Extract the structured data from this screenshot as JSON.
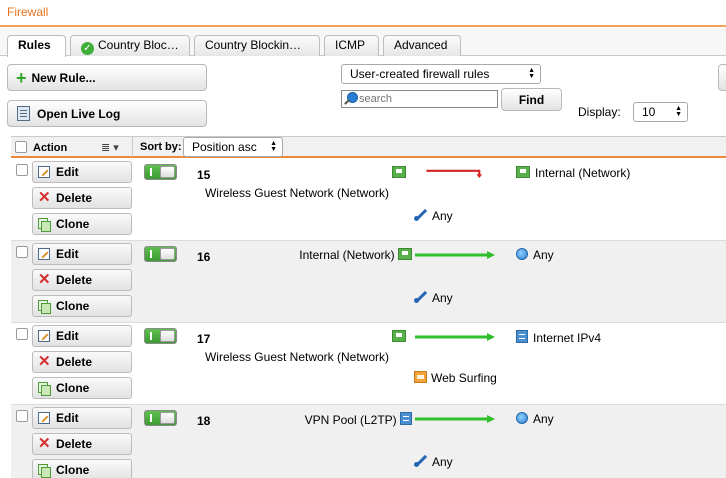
{
  "title": "Firewall",
  "tabs": [
    {
      "label": "Rules",
      "active": true,
      "icon": null
    },
    {
      "label": "Country Bloc…",
      "active": false,
      "icon": "green-check-icon"
    },
    {
      "label": "Country Blockin…",
      "active": false,
      "icon": null
    },
    {
      "label": "ICMP",
      "active": false,
      "icon": null
    },
    {
      "label": "Advanced",
      "active": false,
      "icon": null
    }
  ],
  "toolbar": {
    "new_rule_label": "New Rule...",
    "open_live_log_label": "Open Live Log",
    "filter_select_value": "User-created firewall rules",
    "search_placeholder": "search",
    "find_label": "Find",
    "display_label": "Display:",
    "display_value": "10"
  },
  "grid": {
    "action_header": "Action",
    "sort_label": "Sort by:",
    "sort_value": "Position asc",
    "edit_label": "Edit",
    "delete_label": "Delete",
    "clone_label": "Clone"
  },
  "rules": [
    {
      "position": "15",
      "enabled": true,
      "source": "Wireless Guest Network (Network)",
      "source_icon": "network-icon",
      "service": "Any",
      "service_icon": "any-icon",
      "action": "drop",
      "destination": "Internal (Network)",
      "destination_icon": "network-icon"
    },
    {
      "position": "16",
      "enabled": true,
      "source": "Internal (Network)",
      "source_icon": "network-icon",
      "service": "Any",
      "service_icon": "any-icon",
      "action": "allow",
      "destination": "Any",
      "destination_icon": "globe-icon"
    },
    {
      "position": "17",
      "enabled": true,
      "source": "Wireless Guest Network (Network)",
      "source_icon": "network-icon",
      "service": "Web Surfing",
      "service_icon": "service-group-icon",
      "action": "allow",
      "destination": "Internet IPv4",
      "destination_icon": "server-icon"
    },
    {
      "position": "18",
      "enabled": true,
      "source": "VPN Pool (L2TP)",
      "source_icon": "server-icon",
      "service": "Any",
      "service_icon": "any-icon",
      "action": "allow",
      "destination": "Any",
      "destination_icon": "globe-icon"
    }
  ],
  "colors": {
    "accent": "#e8731f",
    "allow": "#2fbf2a",
    "drop": "#d42424"
  }
}
